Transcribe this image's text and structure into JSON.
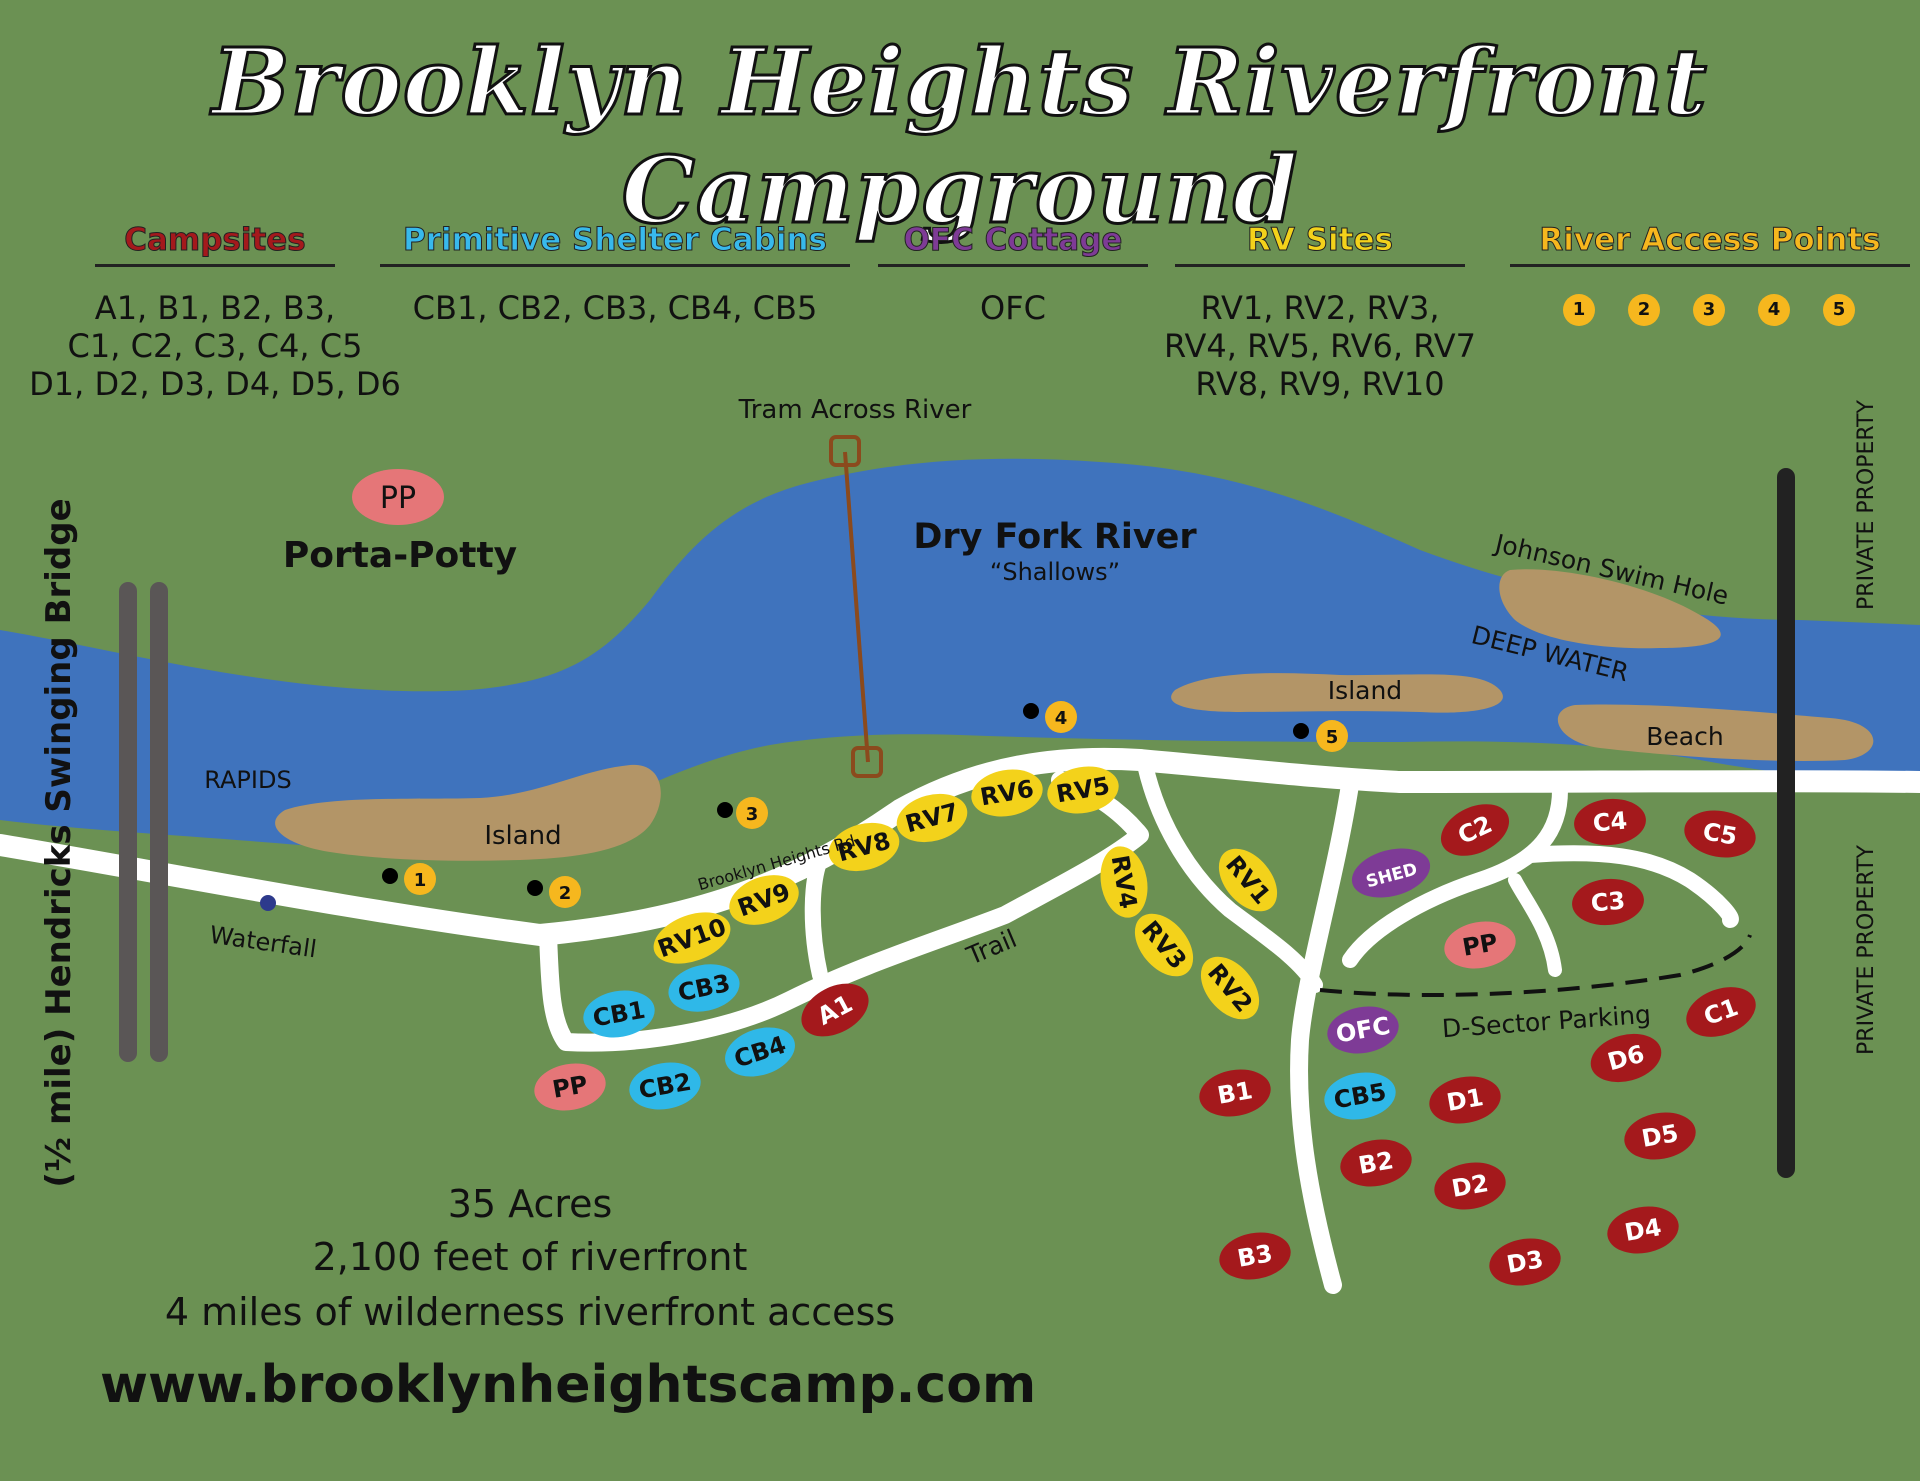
{
  "title": "Brooklyn Heights Riverfront Campground",
  "colors": {
    "grass": "#6b9153",
    "water": "#3f73bd",
    "sand": "#b39567",
    "road": "#ffffff",
    "campsite": "#a4191c",
    "cabin": "#2fb8e8",
    "cottage": "#7e3b96",
    "rv": "#f3d21b",
    "access": "#f6b71e",
    "porta_potty": "#e57678",
    "bridge": "#5a5656"
  },
  "legend": [
    {
      "heading": "Campsites",
      "color": "#a4191c",
      "lines": [
        "A1, B1, B2, B3,",
        "C1, C2, C3, C4, C5",
        "D1, D2, D3, D4, D5, D6"
      ]
    },
    {
      "heading": "Primitive Shelter Cabins",
      "color": "#38b9ec",
      "lines": [
        "CB1, CB2, CB3, CB4, CB5"
      ]
    },
    {
      "heading": "OFC Cottage",
      "color": "#7e3b96",
      "lines": [
        "OFC"
      ]
    },
    {
      "heading": "RV Sites",
      "color": "#f3d21b",
      "lines": [
        "RV1, RV2, RV3,",
        "RV4, RV5, RV6, RV7",
        "RV8, RV9, RV10"
      ]
    },
    {
      "heading": "River Access Points",
      "color": "#f6b71e",
      "points": [
        "1",
        "2",
        "3",
        "4",
        "5"
      ]
    }
  ],
  "labels": {
    "tram": "Tram Across River",
    "pp_key": "PP",
    "porta_potty": "Porta-Potty",
    "river": "Dry Fork River",
    "shallows": "“Shallows”",
    "swim_hole": "Johnson Swim Hole",
    "deep_water": "DEEP WATER",
    "island1": "Island",
    "island2": "Island",
    "beach": "Beach",
    "rapids": "RAPIDS",
    "waterfall": "Waterfall",
    "road": "Brooklyn Heights Rd",
    "trail": "Trail",
    "parking": "D-Sector Parking",
    "private_top": "PRIVATE PROPERTY",
    "private_bottom": "PRIVATE PROPERTY",
    "bridge": "(½ mile) Hendricks Swinging Bridge"
  },
  "facts": [
    "35 Acres",
    "2,100 feet of riverfront",
    "4 miles of wilderness riverfront access"
  ],
  "website": "www.brooklynheightscamp.com",
  "sites": [
    {
      "label": "A1",
      "kind": "campsite"
    },
    {
      "label": "B1",
      "kind": "campsite"
    },
    {
      "label": "B2",
      "kind": "campsite"
    },
    {
      "label": "B3",
      "kind": "campsite"
    },
    {
      "label": "C1",
      "kind": "campsite"
    },
    {
      "label": "C2",
      "kind": "campsite"
    },
    {
      "label": "C3",
      "kind": "campsite"
    },
    {
      "label": "C4",
      "kind": "campsite"
    },
    {
      "label": "C5",
      "kind": "campsite"
    },
    {
      "label": "D1",
      "kind": "campsite"
    },
    {
      "label": "D2",
      "kind": "campsite"
    },
    {
      "label": "D3",
      "kind": "campsite"
    },
    {
      "label": "D4",
      "kind": "campsite"
    },
    {
      "label": "D5",
      "kind": "campsite"
    },
    {
      "label": "D6",
      "kind": "campsite"
    },
    {
      "label": "CB1",
      "kind": "cabin"
    },
    {
      "label": "CB2",
      "kind": "cabin"
    },
    {
      "label": "CB3",
      "kind": "cabin"
    },
    {
      "label": "CB4",
      "kind": "cabin"
    },
    {
      "label": "CB5",
      "kind": "cabin"
    },
    {
      "label": "OFC",
      "kind": "cottage"
    },
    {
      "label": "SHED",
      "kind": "cottage"
    },
    {
      "label": "RV1",
      "kind": "rv"
    },
    {
      "label": "RV2",
      "kind": "rv"
    },
    {
      "label": "RV3",
      "kind": "rv"
    },
    {
      "label": "RV4",
      "kind": "rv"
    },
    {
      "label": "RV5",
      "kind": "rv"
    },
    {
      "label": "RV6",
      "kind": "rv"
    },
    {
      "label": "RV7",
      "kind": "rv"
    },
    {
      "label": "RV8",
      "kind": "rv"
    },
    {
      "label": "RV9",
      "kind": "rv"
    },
    {
      "label": "RV10",
      "kind": "rv"
    },
    {
      "label": "PP",
      "kind": "porta_potty"
    },
    {
      "label": "PP",
      "kind": "porta_potty"
    }
  ],
  "access_points": [
    "1",
    "2",
    "3",
    "4",
    "5"
  ]
}
